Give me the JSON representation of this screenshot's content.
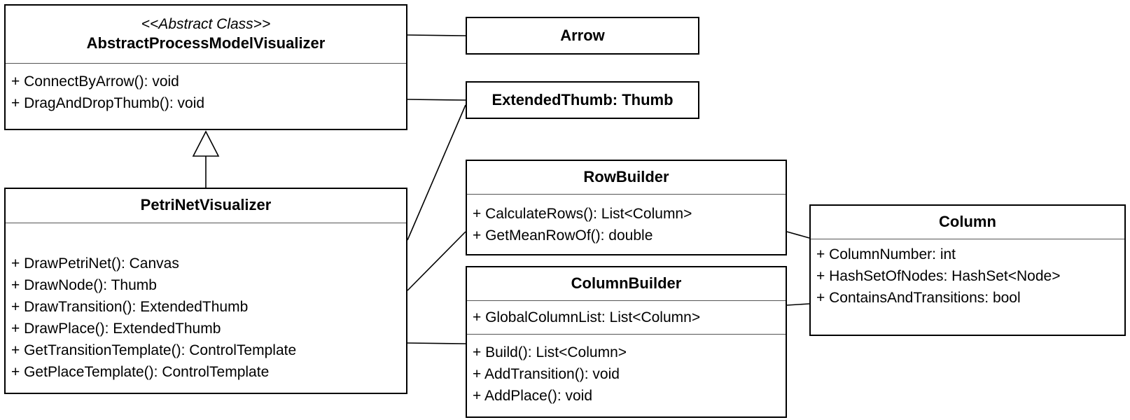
{
  "classes": {
    "abstract_visualizer": {
      "stereotype": "<<Abstract Class>>",
      "name": "AbstractProcessModelVisualizer",
      "operations": [
        "+ ConnectByArrow(): void",
        "+ DragAndDropThumb(): void"
      ]
    },
    "arrow": {
      "name": "Arrow"
    },
    "extended_thumb": {
      "name": "ExtendedThumb: Thumb"
    },
    "petri_net_visualizer": {
      "name": "PetriNetVisualizer",
      "operations": [
        "+ DrawPetriNet(): Canvas",
        "+ DrawNode(): Thumb",
        "+ DrawTransition(): ExtendedThumb",
        "+ DrawPlace(): ExtendedThumb",
        "+ GetTransitionTemplate(): ControlTemplate",
        "+ GetPlaceTemplate(): ControlTemplate"
      ]
    },
    "row_builder": {
      "name": "RowBuilder",
      "operations": [
        "+ CalculateRows(): List<Column>",
        "+ GetMeanRowOf(): double"
      ]
    },
    "column_builder": {
      "name": "ColumnBuilder",
      "attributes": [
        "+ GlobalColumnList: List<Column>"
      ],
      "operations": [
        "+ Build(): List<Column>",
        "+ AddTransition(): void",
        "+ AddPlace(): void"
      ]
    },
    "column": {
      "name": "Column",
      "attributes": [
        "+ ColumnNumber: int",
        "+ HashSetOfNodes: HashSet<Node>",
        "+ ContainsAndTransitions: bool"
      ]
    }
  },
  "relations": [
    {
      "type": "generalization",
      "from": "PetriNetVisualizer",
      "to": "AbstractProcessModelVisualizer"
    },
    {
      "type": "association",
      "from": "AbstractProcessModelVisualizer",
      "to": "Arrow"
    },
    {
      "type": "association",
      "from": "AbstractProcessModelVisualizer",
      "to": "ExtendedThumb: Thumb"
    },
    {
      "type": "association",
      "from": "PetriNetVisualizer",
      "to": "ExtendedThumb: Thumb"
    },
    {
      "type": "association",
      "from": "PetriNetVisualizer",
      "to": "RowBuilder"
    },
    {
      "type": "association",
      "from": "PetriNetVisualizer",
      "to": "ColumnBuilder"
    },
    {
      "type": "association",
      "from": "RowBuilder",
      "to": "Column"
    },
    {
      "type": "association",
      "from": "ColumnBuilder",
      "to": "Column"
    }
  ]
}
